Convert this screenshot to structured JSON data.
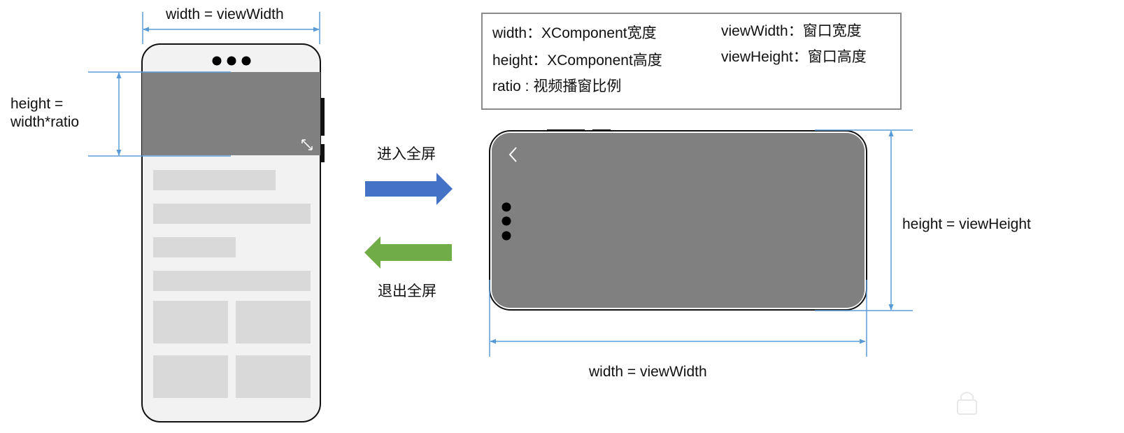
{
  "colors": {
    "dimension_line": "#5b9bd5",
    "video_area": "#808080",
    "content_block": "#d9d9d9",
    "phone_screen": "#f2f2f2",
    "enter_arrow": "#4472c4",
    "exit_arrow": "#70ad47"
  },
  "portrait": {
    "top_dimension_label": "width = viewWidth",
    "left_dimension_label_line1": "height =",
    "left_dimension_label_line2": "width*ratio"
  },
  "transitions": {
    "enter_label": "进入全屏",
    "exit_label": "退出全屏"
  },
  "legend": {
    "width_def": "width：XComponent宽度",
    "height_def": "height：XComponent高度",
    "ratio_def": "ratio : 视频播窗比例",
    "view_width_def": "viewWidth：窗口宽度",
    "view_height_def": "viewHeight：窗口高度"
  },
  "landscape": {
    "right_dimension_label": "height = viewHeight",
    "bottom_dimension_label": "width = viewWidth"
  },
  "icons": {
    "fullscreen": "expand-icon",
    "back": "chevron-left-icon",
    "more_portrait": "dots-horizontal-icon",
    "more_landscape": "dots-vertical-icon",
    "lock": "lock-icon"
  }
}
